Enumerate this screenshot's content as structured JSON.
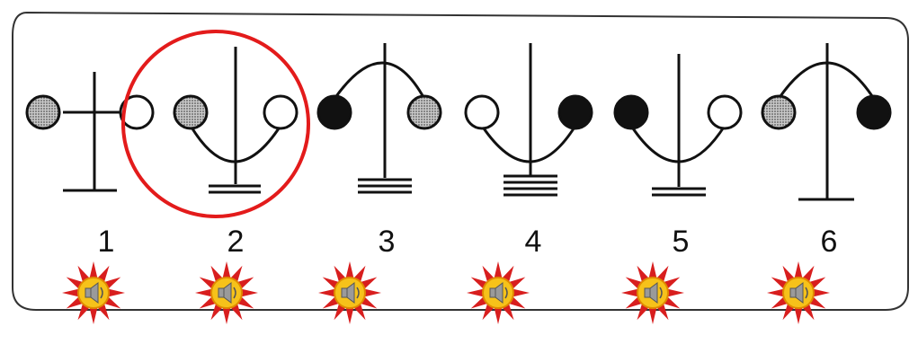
{
  "figures": [
    {
      "label": "1"
    },
    {
      "label": "2"
    },
    {
      "label": "3"
    },
    {
      "label": "4"
    },
    {
      "label": "5"
    },
    {
      "label": "6"
    }
  ],
  "highlight": {
    "figure": "2",
    "color": "#e31b1b"
  },
  "colors": {
    "frame": "#333333",
    "sun_outer": "#d81e1e",
    "sun_inner": "#f6c21a",
    "speaker": "#9a9a9a",
    "ball_black": "#111111",
    "ball_gray": "#9a9a9a",
    "ball_white": "#ffffff"
  },
  "icons": [
    "speaker-icon"
  ]
}
